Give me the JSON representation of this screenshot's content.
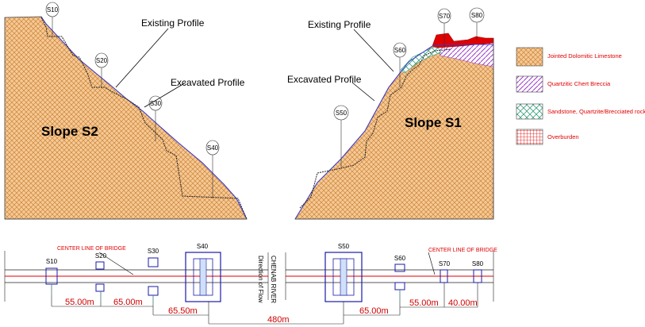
{
  "slopes": {
    "s2": {
      "title": "Slope S2",
      "existing_label": "Existing Profile",
      "excavated_label": "Excavated Profile",
      "stations": [
        "S10",
        "S20",
        "S30",
        "S40"
      ]
    },
    "s1": {
      "title": "Slope S1",
      "existing_label": "Existing Profile",
      "excavated_label": "Excavated Profile",
      "stations": [
        "S50",
        "S60",
        "S70",
        "S80"
      ]
    }
  },
  "legend": [
    {
      "label": "Jointed Dolomitic Limestone",
      "pattern": "crosshatch-orange"
    },
    {
      "label": "Quartzitic Chert Breccia",
      "pattern": "diagonal-purple"
    },
    {
      "label": "Sandstone, Quartzite/Brecciated rock",
      "pattern": "crosshatch-green"
    },
    {
      "label": "Overburden",
      "pattern": "grid-red"
    }
  ],
  "plan": {
    "centerline_left": "CENTER LINE OF BRIDGE",
    "centerline_right": "CENTER LINE OF BRIDGE",
    "river_label": "CHENAB RIVER",
    "flow_label": "Direction of Flow",
    "piers_left": [
      "S10",
      "S20",
      "S30",
      "S40"
    ],
    "piers_right": [
      "S50",
      "S60",
      "S70",
      "S80"
    ],
    "dims": {
      "d1": "55.00m",
      "d2": "65.00m",
      "d3": "65.50m",
      "d4": "480m",
      "d5": "65.00m",
      "d6": "55.00m",
      "d7": "40.00m"
    }
  },
  "colors": {
    "limestone_fill": "#f4c48e",
    "limestone_hatch": "#c0742a",
    "breccia": "#9b3cc8",
    "sandstone": "#2f9a78",
    "overburden": "#e00000",
    "accent_red": "#e00000",
    "pier_blue": "#1a1aa8"
  }
}
